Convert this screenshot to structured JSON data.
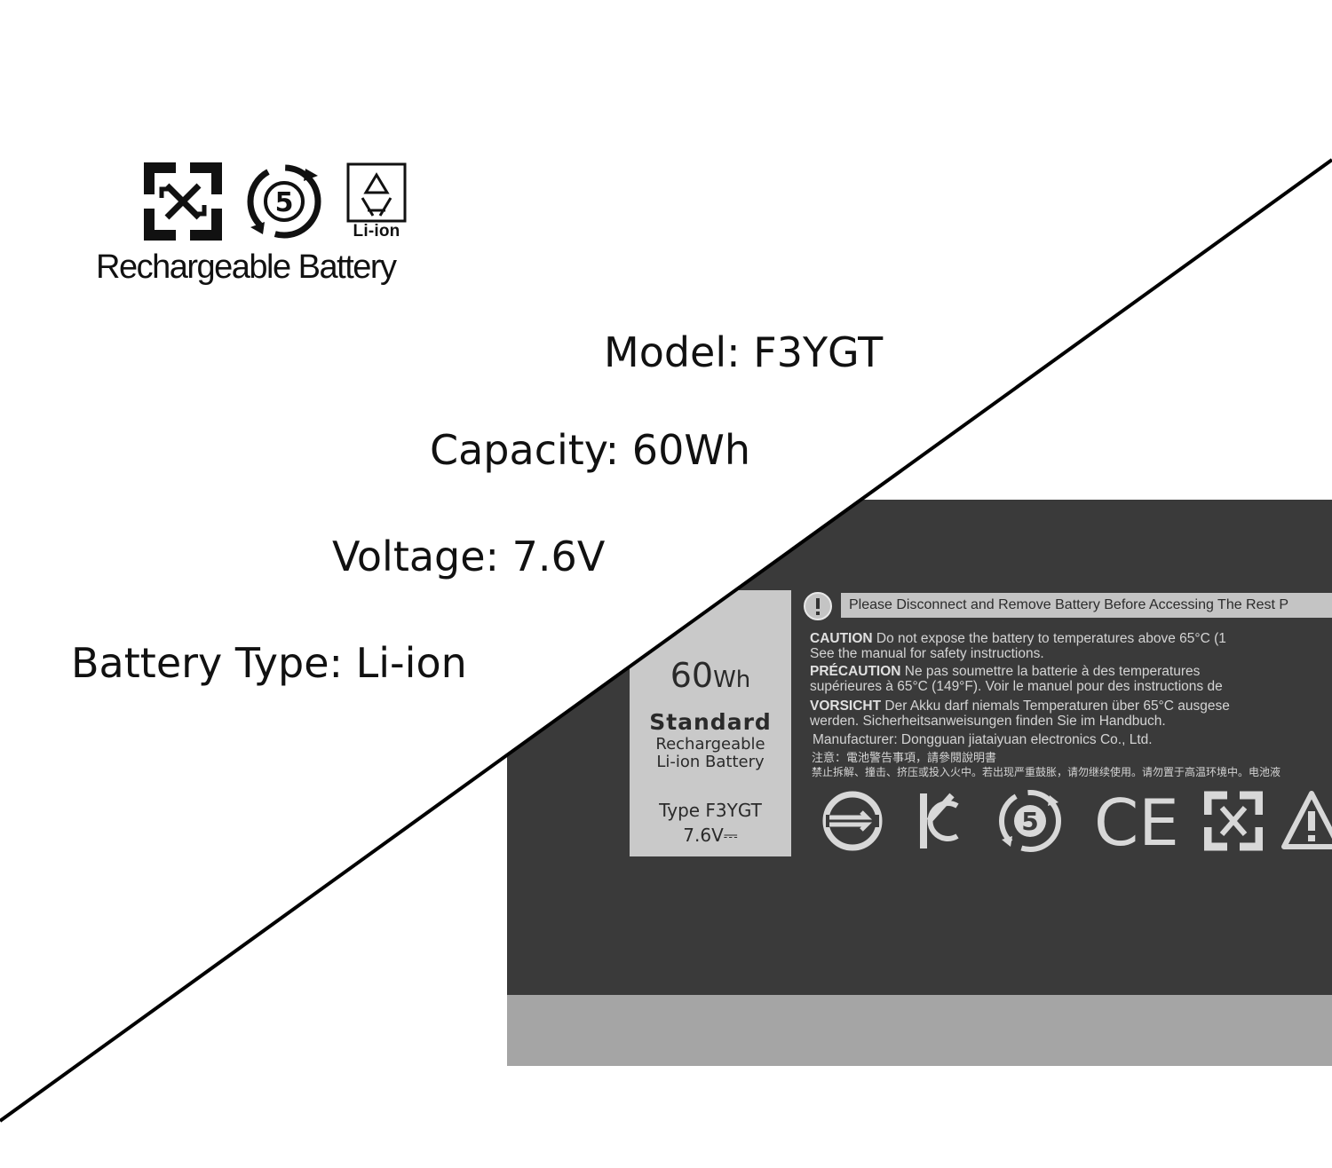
{
  "header": {
    "small_icon_label": "Li-ion",
    "heading": "Rechargeable Battery"
  },
  "specs": {
    "model": "Model:  F3YGT",
    "capacity": "Capacity:  60Wh",
    "voltage": "Voltage:  7.6V",
    "battery_type": "Battery Type: Li-ion"
  },
  "battery_label": {
    "capacity_value": "60",
    "capacity_unit": "Wh",
    "standard": "Standard",
    "line_rechargeable": "Rechargeable",
    "line_liion": "Li-ion Battery",
    "type_line": "Type F3YGT",
    "volt_line": "7.6V⎓",
    "warning_bar": "Please Disconnect and Remove Battery Before Accessing The Rest P",
    "fine_print": {
      "caution_title": "CAUTION",
      "caution_text": "Do not expose the battery to  temperatures above 65°C (1",
      "caution_text2": "See the manual for safety instructions.",
      "precaution_title": "PRÉCAUTION",
      "precaution_text": "Ne pas soumettre la batterie à des temperatures",
      "precaution_text2": "supérieures à 65°C (149°F). Voir le manuel pour des instructions de",
      "vorsicht_title": "VORSICHT",
      "vorsicht_text": "Der Akku darf niemals Temperaturen über 65°C  ausgese",
      "vorsicht_text2": "werden. Sicherheitsanweisungen finden Sie im Handbuch.",
      "manufacturer": "Manufacturer: Dongguan jiataiyuan electronics Co., Ltd.",
      "chinese_1": "注意：電池警告事項，請參閱說明書",
      "chinese_2": "禁止拆解、撞击、挤压或投入火中。若出现严重鼓胀，请勿继续使用。请勿置于高温环境中。电池液"
    },
    "cert_marks": {
      "epa_number": "5",
      "ce": "CE"
    }
  },
  "icons": [
    "mobius-square-icon",
    "circle-5-icon",
    "liion-recycle-icon",
    "warning-icon",
    "weee-icon",
    "kc-icon",
    "epa5-icon",
    "ce-icon",
    "danger-triangle-icon"
  ],
  "colors": {
    "battery_body": "#3a3a3a",
    "battery_edge": "#a5a5a5",
    "label_background": "#c9c9c9",
    "text": "#111111"
  }
}
